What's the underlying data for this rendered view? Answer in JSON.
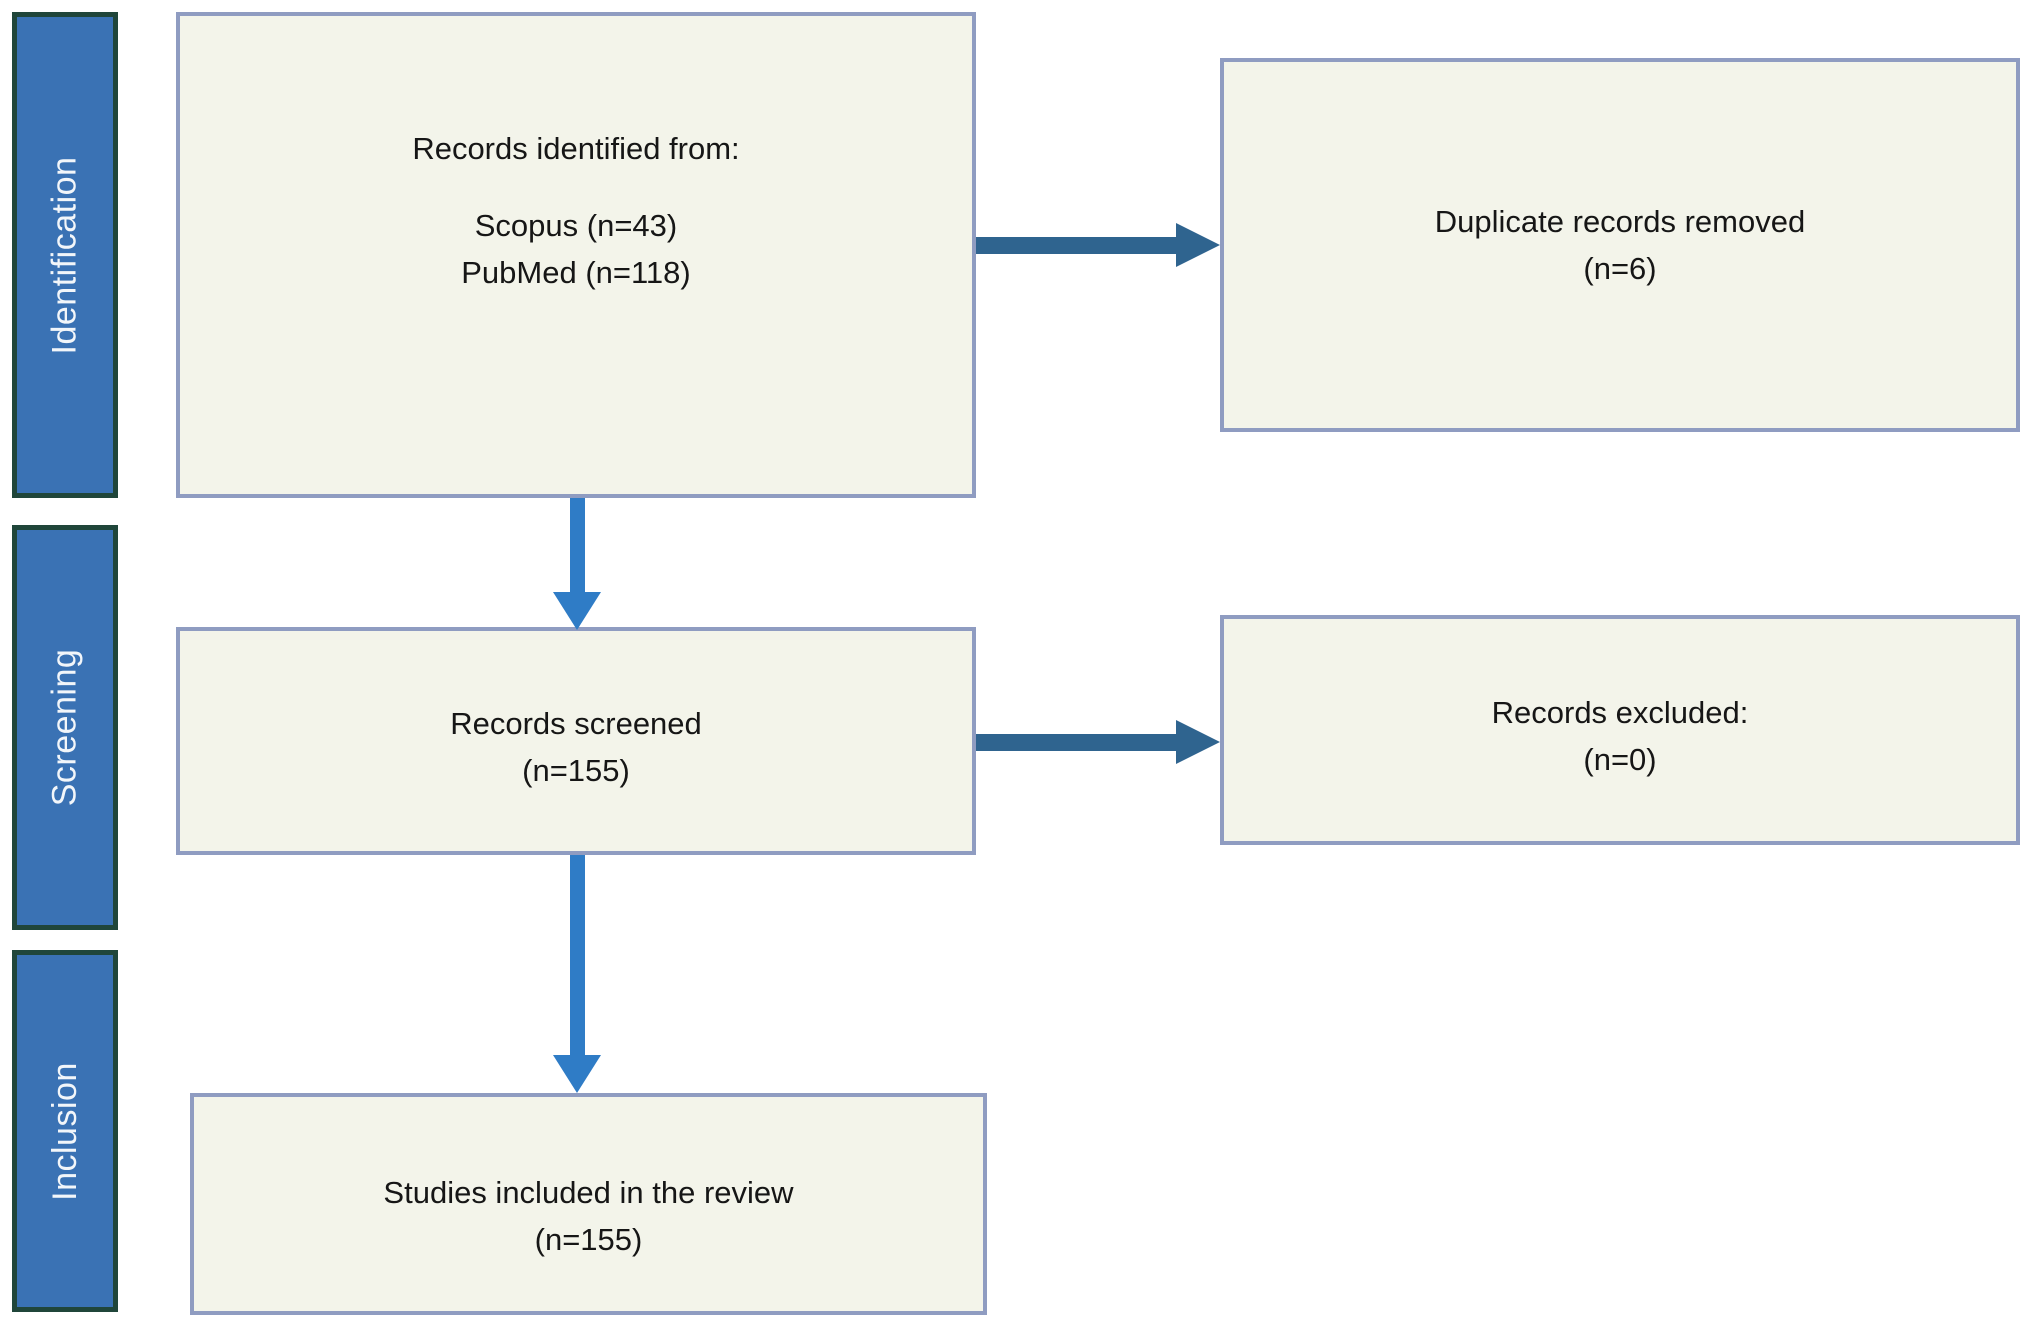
{
  "diagram_type": "prisma-flow",
  "stages": [
    {
      "label": "Identification"
    },
    {
      "label": "Screening"
    },
    {
      "label": "Inclusion"
    }
  ],
  "boxes": {
    "identified": {
      "title": "Records identified from:",
      "lines": [
        "Scopus (n=43)",
        "PubMed (n=118)"
      ]
    },
    "duplicates": {
      "lines": [
        "Duplicate records removed",
        "(n=6)"
      ]
    },
    "screened": {
      "lines": [
        "Records screened",
        "(n=155)"
      ]
    },
    "excluded": {
      "lines": [
        "Records excluded:",
        "(n=0)"
      ]
    },
    "included": {
      "lines": [
        "Studies included in the review",
        "(n=155)"
      ]
    }
  },
  "colors": {
    "stage_fill": "#3a72b4",
    "stage_border": "#20463a",
    "stage_text": "#f2f6fa",
    "box_fill": "#f3f4ea",
    "box_border": "#8f9cc1",
    "arrow_vertical": "#2f7cc6",
    "arrow_horizontal": "#2f648f",
    "text": "#161616"
  }
}
